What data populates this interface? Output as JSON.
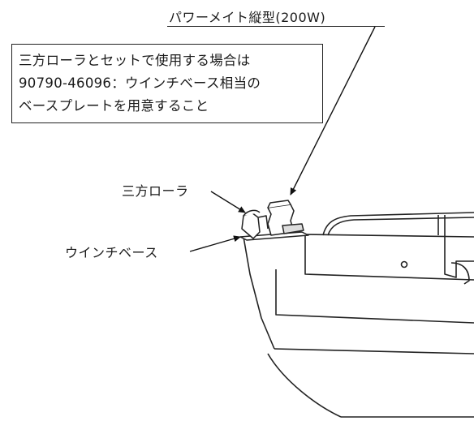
{
  "title": "パワーメイト縦型(200W)",
  "note": {
    "lines": [
      "三方ローラとセットで使用する場合は",
      "90790-46096：ウインチベース相当の",
      "ベースプレートを用意すること"
    ]
  },
  "labels": {
    "roller": "三方ローラ",
    "winch_base": "ウインチベース"
  }
}
